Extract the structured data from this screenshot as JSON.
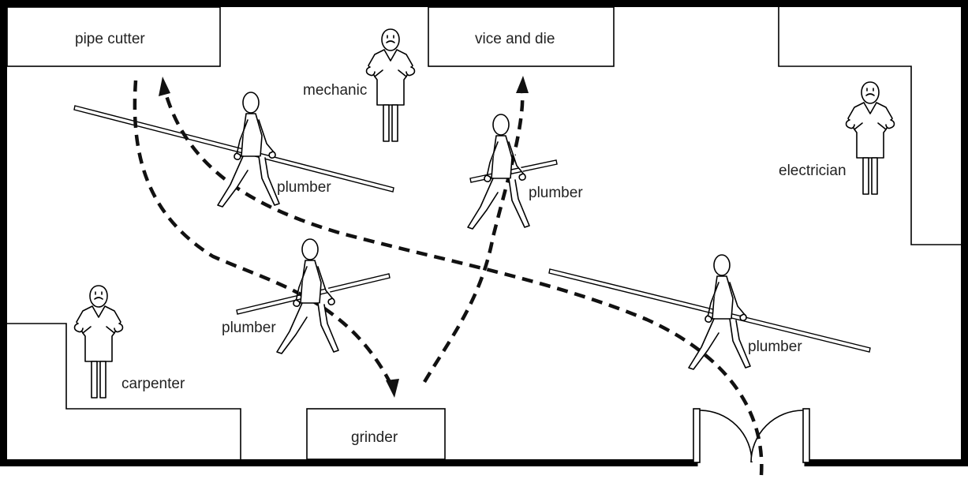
{
  "stations": {
    "pipe_cutter": "pipe cutter",
    "vice_and_die": "vice and die",
    "grinder": "grinder"
  },
  "workers": {
    "mechanic": "mechanic",
    "electrician": "electrician",
    "carpenter": "carpenter",
    "plumber_1": "plumber",
    "plumber_2": "plumber",
    "plumber_3": "plumber",
    "plumber_4": "plumber"
  },
  "icons": {
    "standing_worker": "standing-worker-icon",
    "walking_plumber": "walking-plumber-icon",
    "movement_path": "dashed-arrow-path",
    "door": "double-door-icon"
  },
  "colors": {
    "line": "#000000",
    "background": "#ffffff"
  }
}
